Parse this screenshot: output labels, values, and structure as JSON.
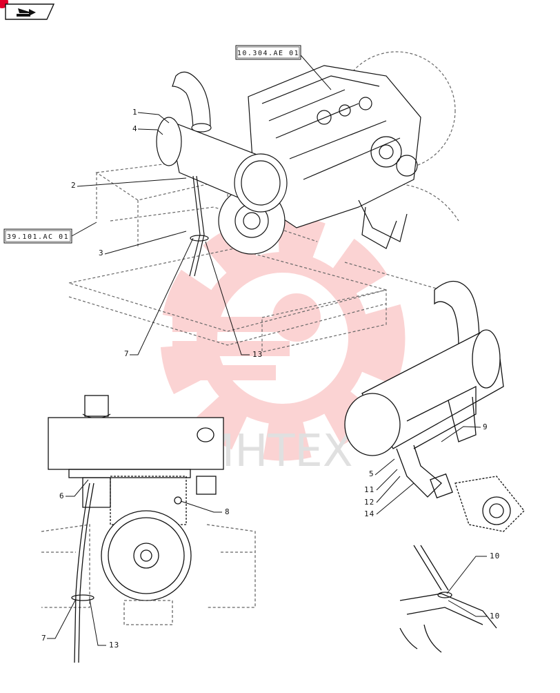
{
  "nav": {
    "icon": "back-arrow-icon",
    "badge_color": "#e0002a"
  },
  "references": [
    {
      "id": "ref-top",
      "text": "10.304.AE 01"
    },
    {
      "id": "ref-left",
      "text": "39.101.AC 01"
    }
  ],
  "callouts": [
    {
      "id": "c1",
      "text": "1"
    },
    {
      "id": "c4",
      "text": "4"
    },
    {
      "id": "c2",
      "text": "2"
    },
    {
      "id": "c3",
      "text": "3"
    },
    {
      "id": "c7a",
      "text": "7"
    },
    {
      "id": "c13a",
      "text": "13"
    },
    {
      "id": "c9",
      "text": "9"
    },
    {
      "id": "c5",
      "text": "5"
    },
    {
      "id": "c11",
      "text": "11"
    },
    {
      "id": "c12",
      "text": "12"
    },
    {
      "id": "c14",
      "text": "14"
    },
    {
      "id": "c6",
      "text": "6"
    },
    {
      "id": "c8",
      "text": "8"
    },
    {
      "id": "c7b",
      "text": "7"
    },
    {
      "id": "c13b",
      "text": "13"
    },
    {
      "id": "c10a",
      "text": "10"
    },
    {
      "id": "c10b",
      "text": "10"
    }
  ],
  "watermark": {
    "text": "ИНТЕХ",
    "color": "#f03c3c"
  }
}
